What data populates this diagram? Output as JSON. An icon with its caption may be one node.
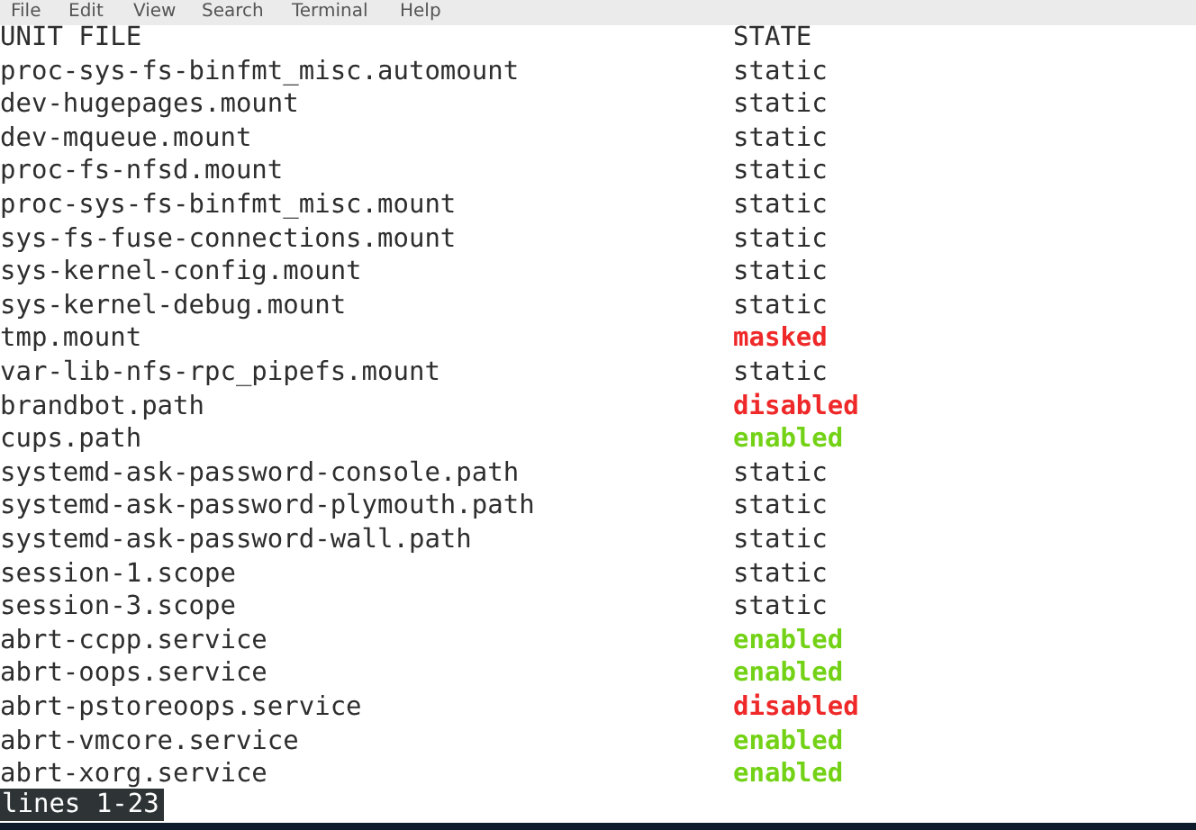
{
  "diagram": {
    "labels": [
      "File",
      "Edit",
      "View",
      "Search",
      "Terminal",
      "Help",
      "UNIT FILE",
      "STATE",
      "proc-sys-fs-binfmt_misc.automount",
      "static",
      "dev-hugepages.mount",
      "static",
      "dev-mqueue.mount",
      "static",
      "proc-fs-nfsd.mount",
      "static",
      "proc-sys-fs-binfmt_misc.mount",
      "static",
      "sys-fs-fuse-connections.mount",
      "static",
      "sys-kernel-config.mount",
      "static",
      "sys-kernel-debug.mount",
      "static",
      "tmp.mount",
      "masked",
      "var-lib-nfs-rpc_pipefs.mount",
      "static",
      "brandbot.path",
      "disabled",
      "cups.path",
      "enabled",
      "systemd-ask-password-console.path",
      "static",
      "systemd-ask-password-plymouth.path",
      "static",
      "systemd-ask-password-wall.path",
      "static",
      "session-1.scope",
      "static",
      "session-3.scope",
      "static",
      "abrt-ccpp.service",
      "enabled",
      "abrt-oops.service",
      "enabled",
      "abrt-pstoreoops.service",
      "disabled",
      "abrt-vmcore.service",
      "enabled",
      "abrt-xorg.service",
      "enabled",
      "lines 1-23"
    ]
  }
}
